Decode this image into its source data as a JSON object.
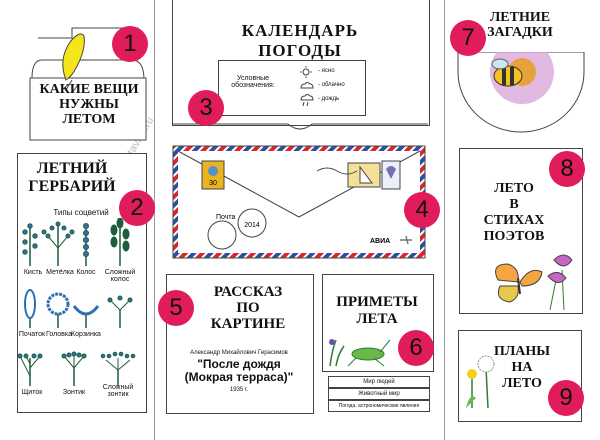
{
  "sections": {
    "things": {
      "number": "1",
      "title": "КАКИЕ ВЕЩИ НУЖНЫ ЛЕТОМ"
    },
    "herbarium": {
      "number": "2",
      "title_line1": "ЛЕТНИЙ",
      "title_line2": "ГЕРБАРИЙ",
      "subtitle": "Типы соцветий",
      "inflorescences": [
        "Кисть",
        "Метёлка",
        "Колос",
        "Сложный колос",
        "Початок",
        "Головка",
        "Корзинка",
        "Щиток",
        "Зонтик",
        "Сложный зонтик"
      ]
    },
    "calendar": {
      "number": "3",
      "title_line1": "КАЛЕНДАРЬ",
      "title_line2": "ПОГОДЫ",
      "legend_label": "Условные обозначения:",
      "legend_items": [
        "- ясно",
        "- облачно",
        "- дождь"
      ]
    },
    "envelope": {
      "number": "4",
      "stamp_value": "30",
      "postmark_year": "2014",
      "postmark_text": "Почта",
      "avia": "АВИА"
    },
    "story": {
      "number": "5",
      "title_line1": "РАССКАЗ",
      "title_line2": "ПО",
      "title_line3": "КАРТИНЕ",
      "author": "Александр Михайлович Герасимов",
      "painting_line1": "\"После дождя",
      "painting_line2": "(Мокрая терраса)\"",
      "year": "1935 г."
    },
    "signs": {
      "number": "6",
      "title_line1": "ПРИМЕТЫ",
      "title_line2": "ЛЕТА",
      "rows": [
        "Мир людей",
        "Животный мир",
        "Погода, астрономические явления"
      ]
    },
    "riddles": {
      "number": "7",
      "title_line1": "ЛЕТНИЕ",
      "title_line2": "ЗАГАДКИ"
    },
    "poems": {
      "number": "8",
      "title_line1": "ЛЕТО",
      "title_line2": "В",
      "title_line3": "СТИХАХ",
      "title_line4": "ПОЭТОВ"
    },
    "plans": {
      "number": "9",
      "title_line1": "ПЛАНЫ",
      "title_line2": "НА",
      "title_line3": "ЛЕТО"
    }
  },
  "watermark": "tavika.ru",
  "colors": {
    "badge": "#e11c5b",
    "border": "#444444"
  }
}
